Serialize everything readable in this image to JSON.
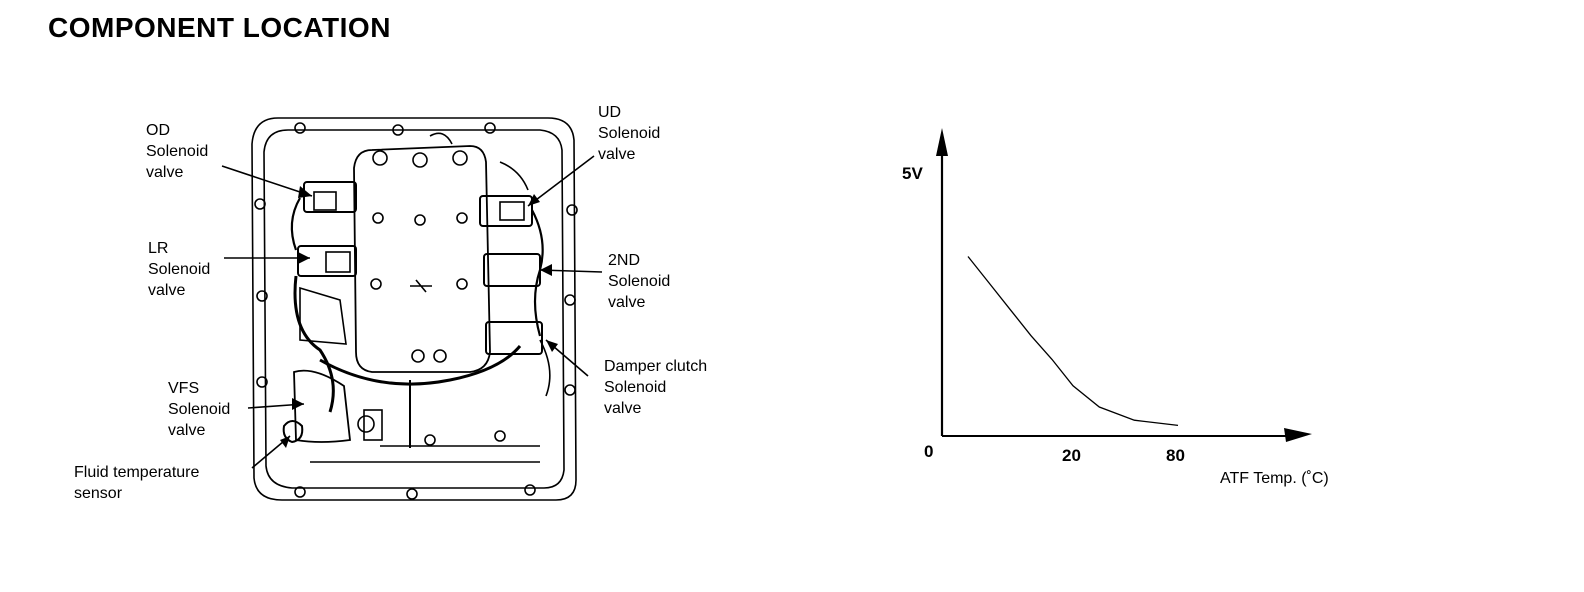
{
  "title": "COMPONENT LOCATION",
  "labels": {
    "od": [
      "OD",
      "Solenoid",
      "valve"
    ],
    "lr": [
      "LR",
      "Solenoid",
      "valve"
    ],
    "vfs": [
      "VFS",
      "Solenoid",
      "valve"
    ],
    "fluid": [
      "Fluid temperature",
      "sensor"
    ],
    "ud": [
      "UD",
      "Solenoid",
      "valve"
    ],
    "nd2": [
      "2ND",
      "Solenoid",
      "valve"
    ],
    "damper": [
      "Damper clutch",
      "Solenoid",
      "valve"
    ]
  },
  "chart_data": {
    "type": "line",
    "xlabel": "ATF Temp. (˚C)",
    "ylabel": "",
    "y_tick_labels": [
      "0",
      "5V"
    ],
    "x_tick_labels": [
      "20",
      "80"
    ],
    "series": [
      {
        "values": [
          {
            "x": -20,
            "y": 3.4
          },
          {
            "x": -12,
            "y": 2.9
          },
          {
            "x": -4,
            "y": 2.4
          },
          {
            "x": 4,
            "y": 1.9
          },
          {
            "x": 12,
            "y": 1.45
          },
          {
            "x": 20,
            "y": 0.95
          },
          {
            "x": 35,
            "y": 0.55
          },
          {
            "x": 55,
            "y": 0.3
          },
          {
            "x": 80,
            "y": 0.2
          }
        ]
      }
    ],
    "grid": false
  }
}
